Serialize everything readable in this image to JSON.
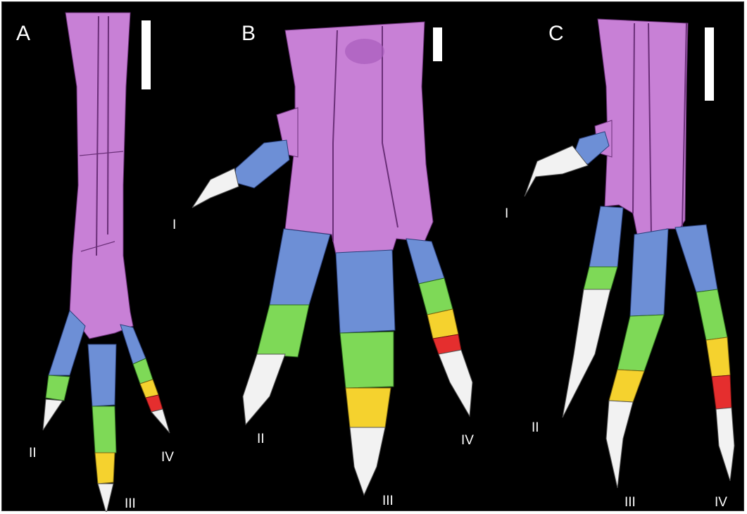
{
  "panels": [
    {
      "letter": "A",
      "digits": {
        "II": "II",
        "III": "III",
        "IV": "IV"
      }
    },
    {
      "letter": "B",
      "digits": {
        "I": "I",
        "II": "II",
        "III": "III",
        "IV": "IV"
      }
    },
    {
      "letter": "C",
      "digits": {
        "I": "I",
        "II": "II",
        "III": "III",
        "IV": "IV"
      }
    }
  ],
  "colors": {
    "background": "#000000",
    "metatarsal": "#c880d6",
    "phalanx_1": "#6d8fd6",
    "phalanx_2": "#7ed957",
    "phalanx_3": "#f5d22e",
    "phalanx_4": "#e52e2e",
    "ungual": "#f2f2f2",
    "label": "#ffffff"
  }
}
